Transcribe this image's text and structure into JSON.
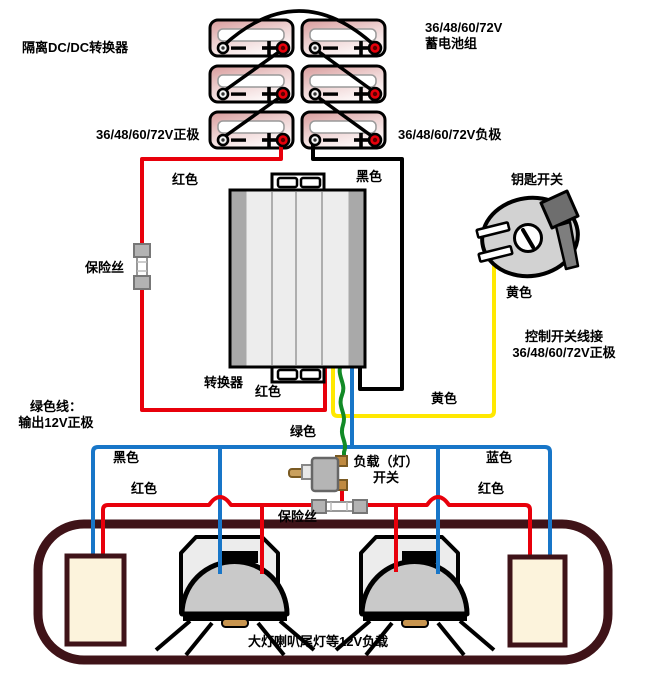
{
  "diagram": {
    "labels": {
      "isolated_converter": "隔离DC/DC转换器",
      "battery_pack": "36/48/60/72V\n蓄电池组",
      "battery_positive": "36/48/60/72V正极",
      "battery_negative": "36/48/60/72V负极",
      "red_top": "红色",
      "black_top": "黑色",
      "key_switch": "钥匙开关",
      "fuse_left": "保险丝",
      "yellow_right": "黄色",
      "control_wire": "控制开关线接\n36/48/60/72V正极",
      "converter": "转换器",
      "red_mid": "红色",
      "green_note": "绿色线：\n输出12V正极",
      "green": "绿色",
      "yellow_mid": "黄色",
      "black_bottom": "黑色",
      "blue": "蓝色",
      "red_bottom_left": "红色",
      "red_bottom_right": "红色",
      "load_switch": "负载（灯）\n开关",
      "fuse_bottom": "保险丝",
      "load_note": "大灯喇叭尾灯等12V负载"
    },
    "wire_colors": {
      "red": "#e8000b",
      "black": "#000000",
      "yellow": "#ffe800",
      "green": "#128a26",
      "blue": "#1876c8"
    },
    "device_colors": {
      "car_body": "#3f1318",
      "load_box_fill": "#fcf3dc",
      "battery_pink": "#dda6a6",
      "converter_gray": "#a9a9a9",
      "headlight_dome": "#c9c9c9",
      "key_switch_body": "#d2d2d2"
    },
    "terminal_symbols": {
      "plus": "+",
      "minus": "—"
    }
  }
}
